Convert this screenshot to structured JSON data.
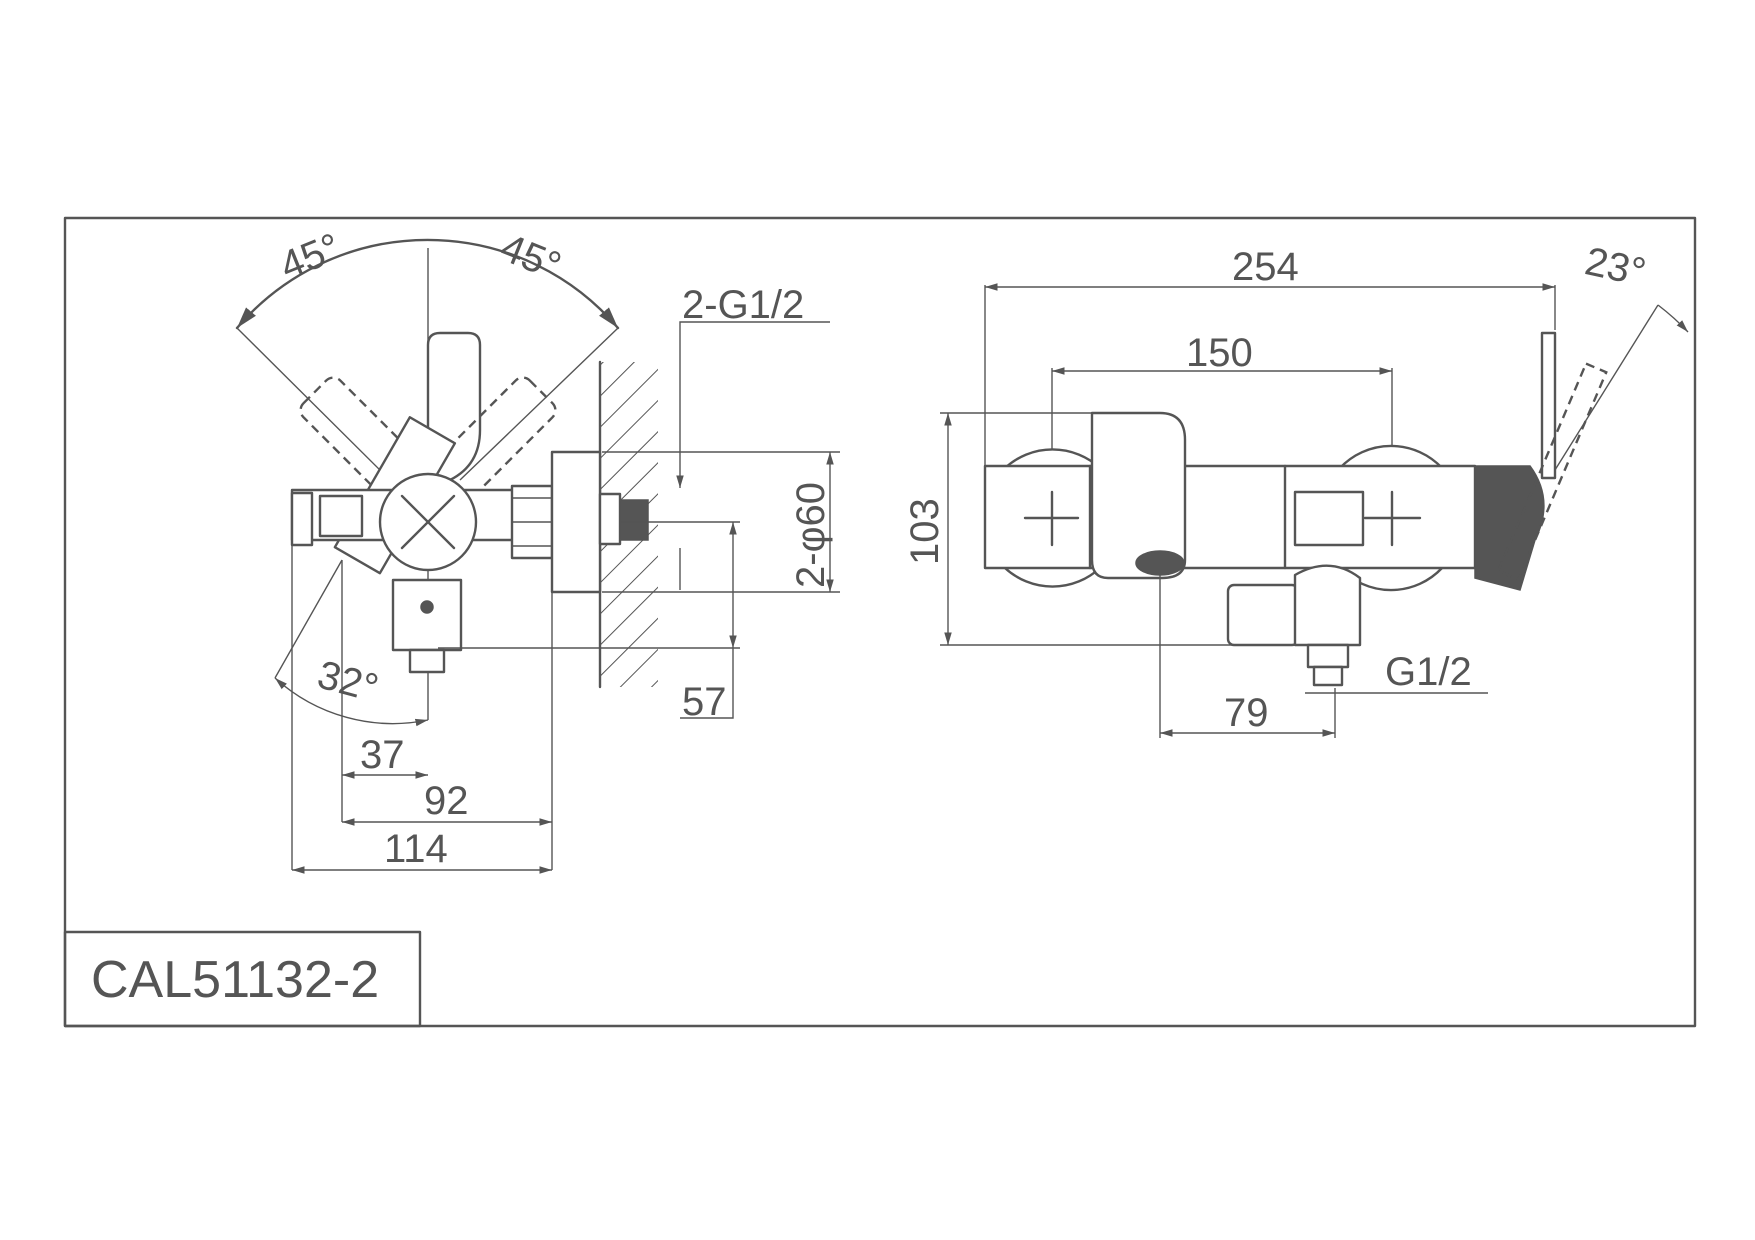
{
  "title_block": {
    "model": "CAL51132-2"
  },
  "side_view": {
    "angle_left": "45°",
    "angle_right": "45°",
    "angle_bottom": "32°",
    "thread": "2-G1/2",
    "diameter": "2-φ60",
    "dim_57": "57",
    "dim_37": "37",
    "dim_92": "92",
    "dim_114": "114"
  },
  "front_view": {
    "dim_254": "254",
    "dim_150": "150",
    "dim_103": "103",
    "dim_79": "79",
    "thread": "G1/2",
    "angle": "23°"
  }
}
